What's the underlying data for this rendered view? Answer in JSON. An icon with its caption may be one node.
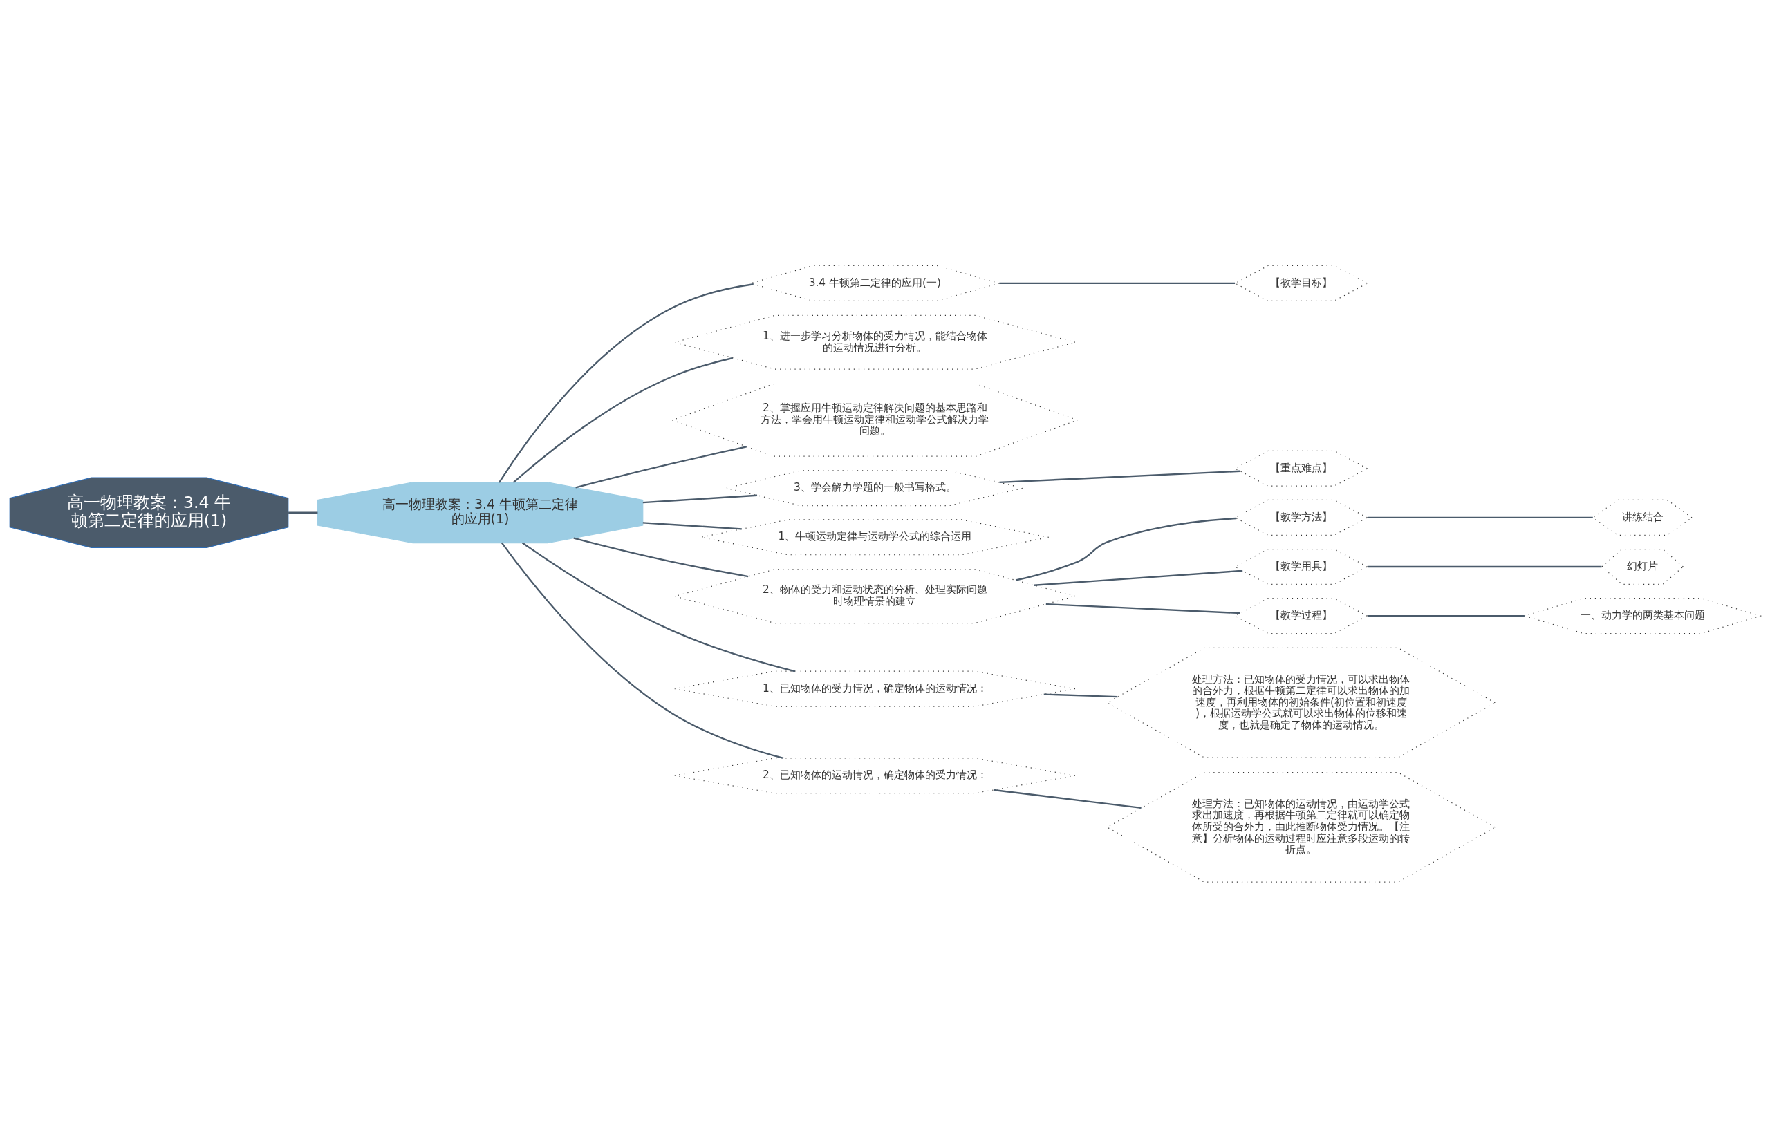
{
  "diagram": {
    "nodes": [
      {
        "text": [
          "高一物理教案：3.4 牛顿第二定律的应用(1)"
        ]
      },
      {
        "text": [
          "高一物理教案：3.4 牛顿第二定律的应用(1)"
        ]
      },
      {
        "text": [
          "3.4 牛顿第二定律的应用(一)"
        ]
      },
      {
        "text": [
          "【教学目标】"
        ]
      },
      {
        "text": [
          "1、进一步学习分析物体的受力情况，能结合物体的运动情况进行分析。"
        ]
      },
      {
        "text": [
          "2、掌握应用牛顿运动定律解决问题的基本思路和方法，学会用牛顿运动定律和运动学公式解决力学问题。"
        ]
      },
      {
        "text": [
          "3、学会解力学题的一般书写格式。"
        ]
      },
      {
        "text": [
          "【重点难点】"
        ]
      },
      {
        "text": [
          "1、牛顿运动定律与运动学公式的综合运用"
        ]
      },
      {
        "text": [
          "2、物体的受力和运动状态的分析、处理实际问题时物理情景的建立"
        ]
      },
      {
        "text": [
          "【教学方法】"
        ]
      },
      {
        "text": [
          "讲练结合"
        ]
      },
      {
        "text": [
          "【教学用具】"
        ]
      },
      {
        "text": [
          "幻灯片"
        ]
      },
      {
        "text": [
          "【教学过程】"
        ]
      },
      {
        "text": [
          "一、动力学的两类基本问题"
        ]
      },
      {
        "text": [
          "1、已知物体的受力情况，确定物体的运动情况："
        ]
      },
      {
        "text": [
          "处理方法：已知物体的受力情况，可以求出物体的合外力，根据牛顿第二定律可以求出物体的加速度，再利用物体的初始条件(初位置和初速度)，根据运动学公式就可以求出物体的位移和速度，也就是确定了物体的运动情况。"
        ]
      },
      {
        "text": [
          "2、已知物体的运动情况，确定物体的受力情况："
        ]
      },
      {
        "text": [
          "处理方法：已知物体的运动情况，由运动学公式求出加速度，再根据牛顿第二定律就可以确定物体所受的合外力，由此推断物体受力情况。【注意】分析物体的运动过程时应注意多段运动的转折点。"
        ]
      }
    ],
    "edges": [
      {
        "from": 0,
        "to": 1,
        "arrow": "none"
      },
      {
        "from": 1,
        "to": 2,
        "arrow": "none"
      },
      {
        "from": 2,
        "to": 3,
        "arrow": "none"
      },
      {
        "from": 1,
        "to": 4,
        "arrow": "none"
      },
      {
        "from": 1,
        "to": 5,
        "arrow": "none"
      },
      {
        "from": 1,
        "to": 6,
        "arrow": "none"
      },
      {
        "from": 6,
        "to": 7,
        "arrow": "none"
      },
      {
        "from": 1,
        "to": 8,
        "arrow": "none"
      },
      {
        "from": 1,
        "to": 9,
        "arrow": "none"
      },
      {
        "from": 9,
        "to": 10,
        "arrow": "none"
      },
      {
        "from": 10,
        "to": 11,
        "arrow": "none"
      },
      {
        "from": 9,
        "to": 12,
        "arrow": "none"
      },
      {
        "from": 12,
        "to": 13,
        "arrow": "none"
      },
      {
        "from": 9,
        "to": 14,
        "arrow": "none"
      },
      {
        "from": 14,
        "to": 15,
        "arrow": "none"
      },
      {
        "from": 1,
        "to": 16,
        "arrow": "none"
      },
      {
        "from": 16,
        "to": 17,
        "arrow": "none"
      },
      {
        "from": 1,
        "to": 18,
        "arrow": "none"
      },
      {
        "from": 18,
        "to": 19,
        "arrow": "none"
      }
    ]
  }
}
